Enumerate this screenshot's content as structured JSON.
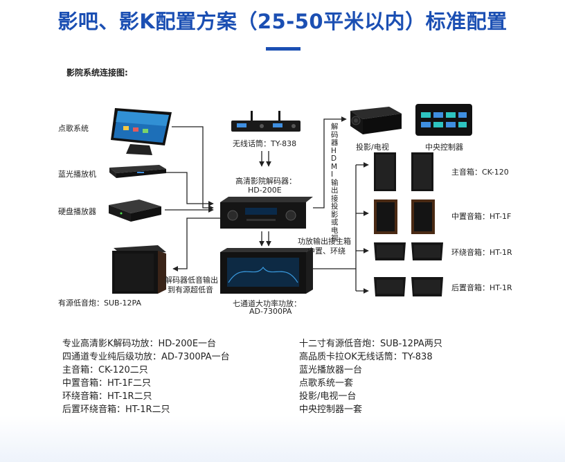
{
  "title": "影吧、影K配置方案（25-50平米以内）标准配置",
  "subtitle": "影院系统连接图:",
  "devices": {
    "song_system": "点歌系统",
    "bluray": "蓝光播放机",
    "hdd": "硬盘播放器",
    "subwoofer": "有源低音炮：SUB-12PA",
    "mic": "无线话筒：TY-838",
    "decoder_line1": "高清影院解码器：",
    "decoder_line2": "HD-200E",
    "amp_line1": "七通道大功率功放：",
    "amp_line2": "AD-7300PA",
    "projector": "投影/电视",
    "controller": "中央控制器",
    "main_spk": "主音箱：CK-120",
    "center_spk": "中置音箱：HT-1F",
    "surround_spk": "环绕音箱：HT-1R",
    "rear_spk": "后置音箱：HT-1R"
  },
  "notes": {
    "hdmi_vertical": "解码器HDMI输出接投影或电视",
    "amp_out_line1": "功放输出接主箱",
    "amp_out_line2": "中置、环绕",
    "sub_out_line1": "解码器低音输出",
    "sub_out_line2": "到有源超低音"
  },
  "config_left": [
    "专业高清影K解码功放：HD-200E一台",
    "四通道专业纯后级功放：AD-7300PA一台",
    "主音箱：CK-120二只",
    "中置音箱：HT-1F二只",
    "环绕音箱：HT-1R二只",
    "后置环绕音箱：HT-1R二只"
  ],
  "config_right": [
    "十二寸有源低音炮：SUB-12PA两只",
    "高品质卡拉OK无线话筒：TY-838",
    "蓝光播放器一台",
    "点歌系统一套",
    "投影/电视一台",
    "中央控制器一套"
  ],
  "colors": {
    "title": "#1b4fb3",
    "device": "#151515",
    "wire": "#222222"
  }
}
